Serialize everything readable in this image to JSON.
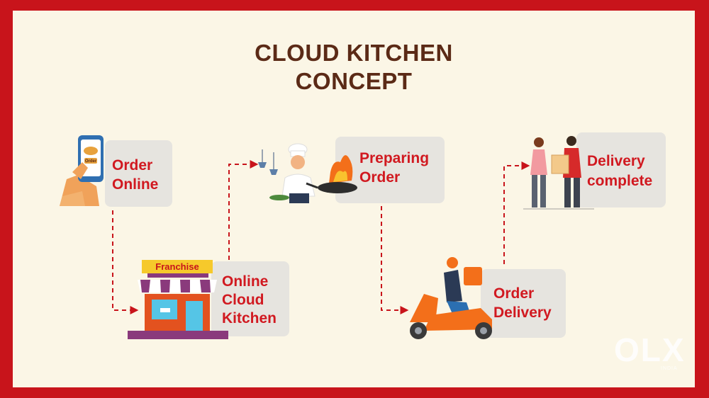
{
  "title": {
    "line1": "CLOUD KITCHEN",
    "line2": "CONCEPT"
  },
  "steps": [
    {
      "line1": "Order",
      "line2": "Online"
    },
    {
      "line1": "Online",
      "line2": "Cloud",
      "line3": "Kitchen"
    },
    {
      "line1": "Preparing",
      "line2": "Order"
    },
    {
      "line1": "Order",
      "line2": "Delivery"
    },
    {
      "line1": "Delivery",
      "line2": "complete"
    }
  ],
  "illustrations": {
    "phone": {
      "icon": "phone-in-hand-icon",
      "screen_text": "Order"
    },
    "shop": {
      "icon": "shop-icon",
      "sign_text": "Franchise"
    },
    "chef": {
      "icon": "chef-cooking-icon"
    },
    "scooter": {
      "icon": "delivery-scooter-icon"
    },
    "handover": {
      "icon": "package-handover-icon"
    }
  },
  "watermark": {
    "text": "OLX",
    "sub": "INDIA"
  },
  "colors": {
    "frame": "#c8141b",
    "panel": "#fbf6e6",
    "title": "#5b2a16",
    "label": "#d11920",
    "box": "#e6e4df",
    "connector": "#c8141b"
  }
}
